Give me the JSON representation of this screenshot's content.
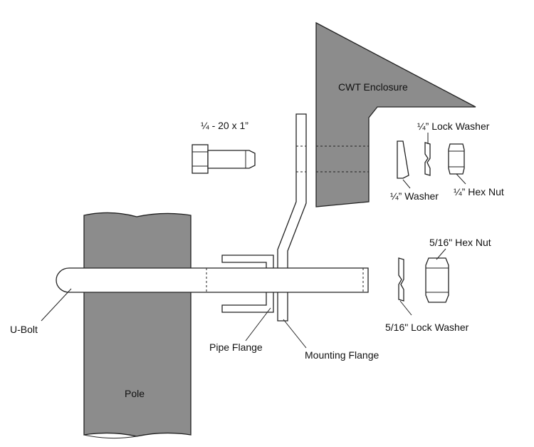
{
  "labels": {
    "enclosure": "CWT Enclosure",
    "bolt": "¼ - 20 x 1”",
    "lock_washer_small": "¼” Lock Washer",
    "washer_small": "¼” Washer",
    "hex_nut_small": "¼” Hex Nut",
    "hex_nut_large": "5/16\" Hex Nut",
    "lock_washer_large": "5/16\" Lock Washer",
    "u_bolt": "U-Bolt",
    "pipe_flange": "Pipe Flange",
    "mounting_flange": "Mounting Flange",
    "pole": "Pole"
  },
  "colors": {
    "fill_gray": "#8c8c8c",
    "stroke": "#222222",
    "background": "#ffffff"
  }
}
